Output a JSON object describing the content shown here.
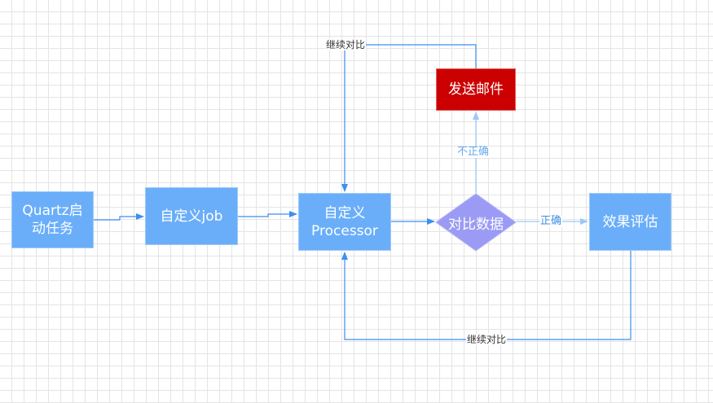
{
  "nodes": {
    "quartz": "Quartz启\n动任务",
    "job": "自定义job",
    "processor": "自定义\nProcessor",
    "compare": "对比数据",
    "mail": "发送邮件",
    "evaluate": "效果评估"
  },
  "edges": {
    "continue_top": "继续对比",
    "not_correct": "不正确",
    "correct": "正确",
    "continue_bottom": "继续对比"
  },
  "colors": {
    "process": "#6aaef9",
    "decision": "#9b9bf5",
    "alert": "#cc0000",
    "connector": "#3d8ef0"
  }
}
